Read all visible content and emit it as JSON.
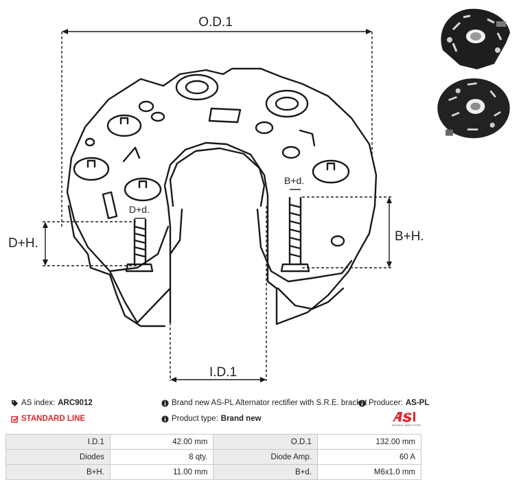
{
  "drawing": {
    "od_label": "O.D.1",
    "id_label": "I.D.1",
    "dh_label": "D+H.",
    "dd_label": "D+d.",
    "bh_label": "B+H.",
    "bd_label": "B+d."
  },
  "info": {
    "as_index_label": "AS index:",
    "as_index_value": "ARC9012",
    "standard_line": "STANDARD LINE",
    "description": "Brand new AS-PL Alternator rectifier with S.R.E. bracket",
    "producer_label": "Producer:",
    "producer_value": "AS-PL",
    "product_type_label": "Product type:",
    "product_type_value": "Brand new",
    "logo_text": "AS",
    "logo_subtitle": "Alternators, Starters & Parts"
  },
  "specs": [
    {
      "k1": "I.D.1",
      "v1": "42.00 mm",
      "k2": "O.D.1",
      "v2": "132.00 mm"
    },
    {
      "k1": "Diodes",
      "v1": "8 qty.",
      "k2": "Diode Amp.",
      "v2": "60 A"
    },
    {
      "k1": "B+H.",
      "v1": "11.00 mm",
      "k2": "B+d.",
      "v2": "M6x1.0 mm"
    }
  ],
  "colors": {
    "accent_red": "#e0262d",
    "table_key_bg": "#ececec",
    "table_border": "#c8c8c8"
  }
}
